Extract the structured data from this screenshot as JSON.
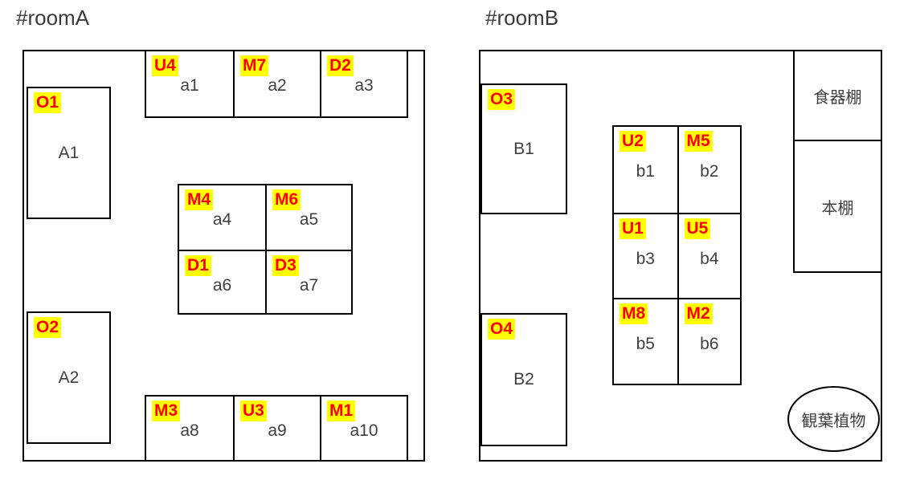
{
  "colors": {
    "tag_text": "#ff0000",
    "tag_highlight": "#ffff00",
    "line": "#000000",
    "text": "#3f3f3f"
  },
  "roomA": {
    "title": "#roomA",
    "desks": {
      "A1": {
        "tag": "O1",
        "name": "A1"
      },
      "A2": {
        "tag": "O2",
        "name": "A2"
      },
      "a1": {
        "tag": "U4",
        "name": "a1"
      },
      "a2": {
        "tag": "M7",
        "name": "a2"
      },
      "a3": {
        "tag": "D2",
        "name": "a3"
      },
      "a4": {
        "tag": "M4",
        "name": "a4"
      },
      "a5": {
        "tag": "M6",
        "name": "a5"
      },
      "a6": {
        "tag": "D1",
        "name": "a6"
      },
      "a7": {
        "tag": "D3",
        "name": "a7"
      },
      "a8": {
        "tag": "M3",
        "name": "a8"
      },
      "a9": {
        "tag": "U3",
        "name": "a9"
      },
      "a10": {
        "tag": "M1",
        "name": "a10"
      }
    }
  },
  "roomB": {
    "title": "#roomB",
    "desks": {
      "B1": {
        "tag": "O3",
        "name": "B1"
      },
      "B2": {
        "tag": "O4",
        "name": "B2"
      },
      "b1": {
        "tag": "U2",
        "name": "b1"
      },
      "b2": {
        "tag": "M5",
        "name": "b2"
      },
      "b3": {
        "tag": "U1",
        "name": "b3"
      },
      "b4": {
        "tag": "U5",
        "name": "b4"
      },
      "b5": {
        "tag": "M8",
        "name": "b5"
      },
      "b6": {
        "tag": "M2",
        "name": "b6"
      }
    },
    "furniture": {
      "cabinet": "食器棚",
      "bookshelf": "本棚",
      "plant": "観葉植物"
    }
  }
}
